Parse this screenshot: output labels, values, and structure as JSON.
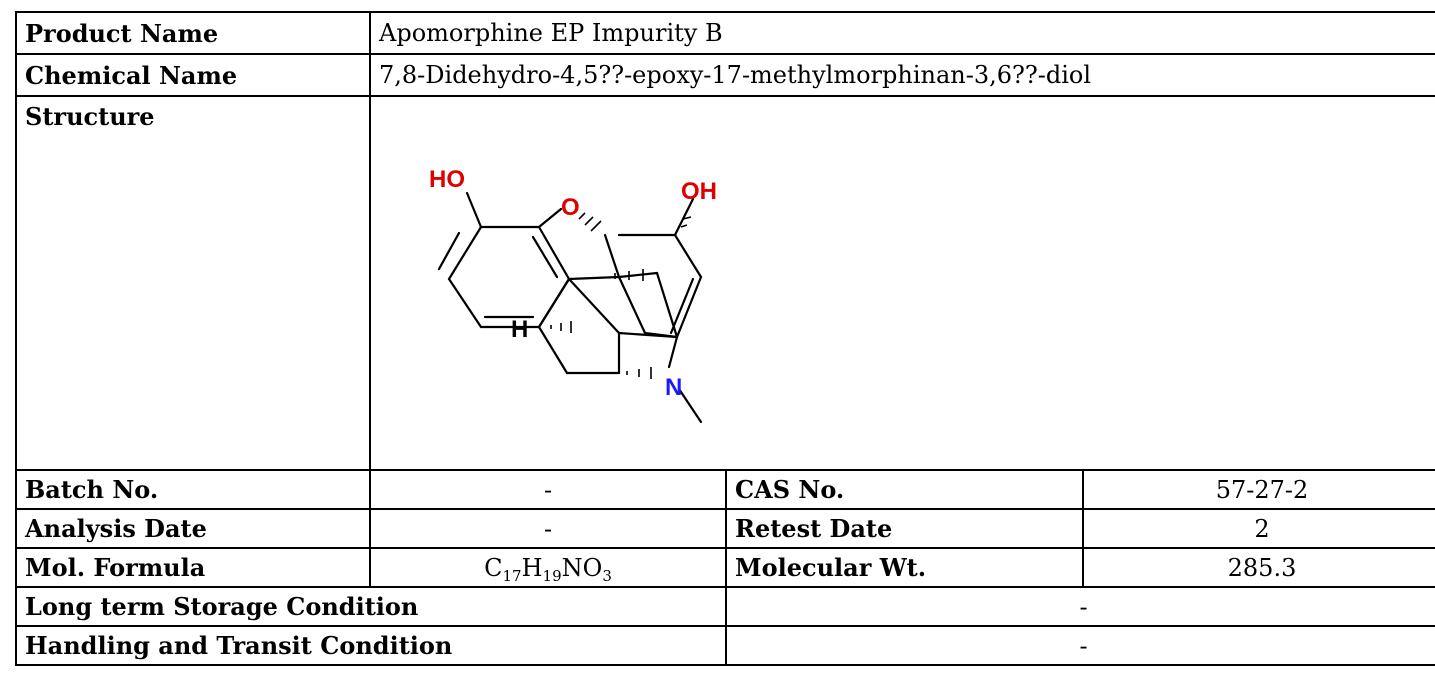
{
  "rows": {
    "product_name": {
      "label": "Product Name",
      "value": "Apomorphine EP Impurity B"
    },
    "chemical_name": {
      "label": "Chemical Name",
      "value": "7,8-Didehydro-4,5??-epoxy-17-methylmorphinan-3,6??-diol"
    },
    "structure": {
      "label": "Structure",
      "atoms": {
        "ho_left": "HO",
        "oh_right": "OH",
        "o_bridge": "O",
        "h": "H",
        "n": "N"
      },
      "colors": {
        "oxygen": "#e00000",
        "nitrogen": "#1a1aff",
        "bond": "#000000"
      }
    },
    "batch": {
      "label": "Batch No.",
      "value": "-"
    },
    "cas": {
      "label": "CAS No.",
      "value": "57-27-2"
    },
    "analysis_date": {
      "label": "Analysis Date",
      "value": "-"
    },
    "retest_date": {
      "label": "Retest Date",
      "value": "2"
    },
    "mol_formula": {
      "label": "Mol. Formula",
      "parts": [
        {
          "el": "C",
          "n": "17"
        },
        {
          "el": "H",
          "n": "19"
        },
        {
          "el": "N",
          "n": ""
        },
        {
          "el": "O",
          "n": "3"
        }
      ]
    },
    "mol_weight": {
      "label": "Molecular Wt.",
      "value": "285.3"
    },
    "long_term_storage": {
      "label": "Long term Storage Condition",
      "value": "-"
    },
    "handling_transit": {
      "label": "Handling and Transit Condition",
      "value": "-"
    }
  }
}
